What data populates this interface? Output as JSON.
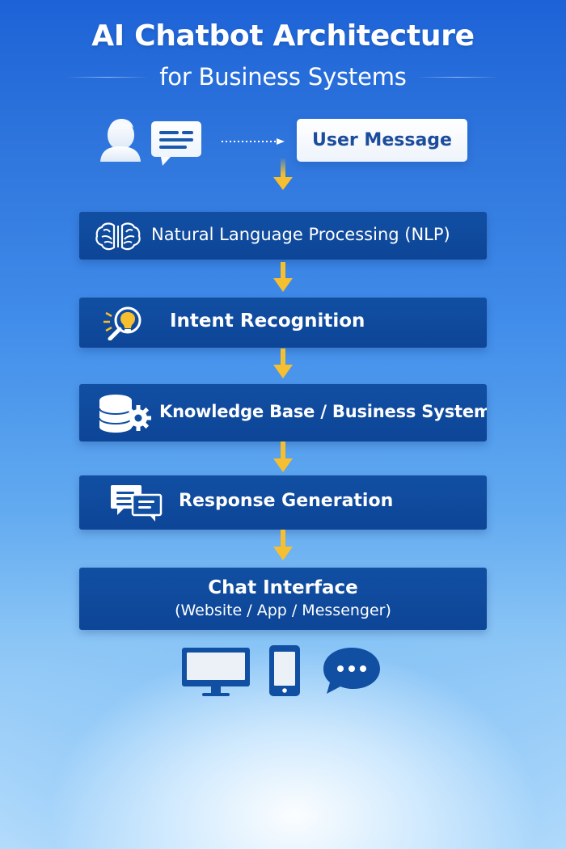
{
  "header": {
    "title": "AI Chatbot Architecture",
    "subtitle": "for Business Systems"
  },
  "flow": {
    "user_message": "User Message",
    "steps": [
      {
        "label": "Natural Language Processing (NLP)",
        "icon": "brain-icon"
      },
      {
        "label": "Intent Recognition",
        "icon": "magnifier-lightbulb-icon"
      },
      {
        "label": "Knowledge Base / Business Systems",
        "icon": "database-gear-icon"
      },
      {
        "label": "Response Generation",
        "icon": "chat-bubbles-icon"
      }
    ],
    "final": {
      "title": "Chat Interface",
      "subtitle": "(Website / App / Messenger)"
    }
  },
  "icons": {
    "top": [
      "user-icon",
      "message-icon",
      "dotted-arrow-icon"
    ],
    "bottom": [
      "desktop-icon",
      "mobile-icon",
      "chat-dots-icon"
    ]
  },
  "colors": {
    "background_top": "#1d63d7",
    "background_bottom": "#b9defc",
    "box_blue": "#0d4597",
    "user_message_text": "#1c4c9c",
    "arrow_gold": "#f6bf2f",
    "white": "#ffffff"
  }
}
